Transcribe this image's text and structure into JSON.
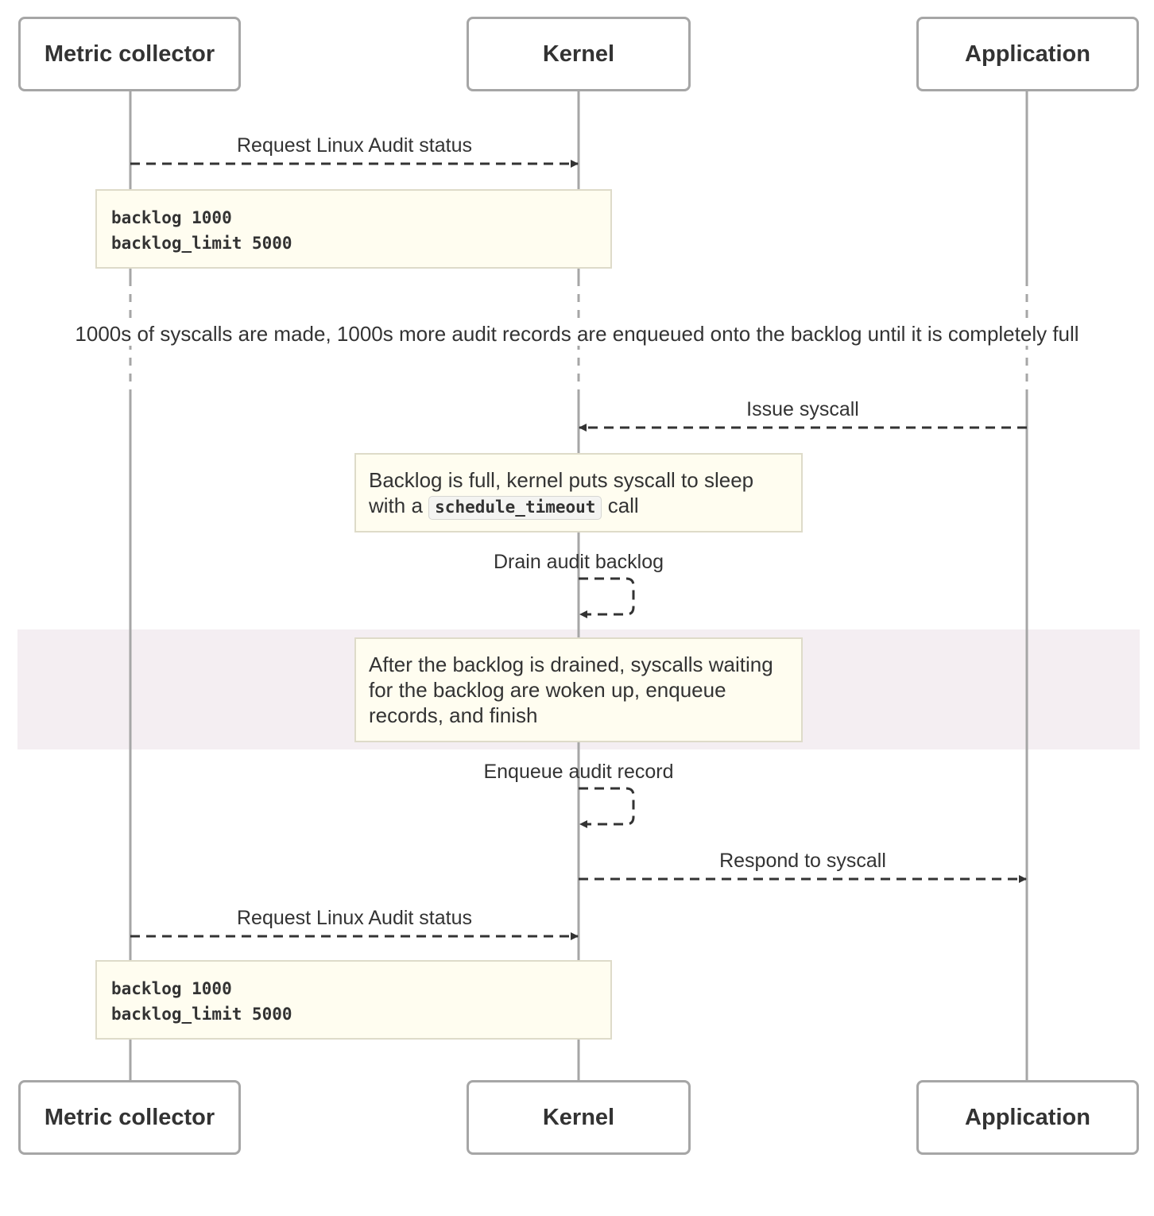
{
  "participants": {
    "collector": "Metric collector",
    "kernel": "Kernel",
    "application": "Application"
  },
  "messages": {
    "request_status_1": "Request Linux Audit status",
    "issue_syscall": "Issue syscall",
    "drain_backlog": "Drain audit backlog",
    "enqueue_record": "Enqueue audit record",
    "respond_syscall": "Respond to syscall",
    "request_status_2": "Request Linux Audit status"
  },
  "notes": {
    "status_1": {
      "line1": "backlog 1000",
      "line2": "backlog_limit 5000"
    },
    "backlog_full": {
      "line1": "Backlog is full, kernel puts syscall to sleep",
      "line2_prefix": "with a",
      "line2_code": "schedule_timeout",
      "line2_suffix": "call"
    },
    "drained": {
      "line1": "After the backlog is drained, syscalls waiting",
      "line2": "for the backlog are woken up, enqueue",
      "line3": "records, and finish"
    },
    "status_2": {
      "line1": "backlog 1000",
      "line2": "backlog_limit 5000"
    }
  },
  "divider": "1000s of syscalls are made, 1000s more audit records are enqueued onto the backlog until it is completely full",
  "colors": {
    "lifeline": "#a6a6a6",
    "arrow": "#333333",
    "note_bg": "#fffdf0",
    "note_border": "#dedbc9",
    "highlight_band": "#f4eef2"
  }
}
